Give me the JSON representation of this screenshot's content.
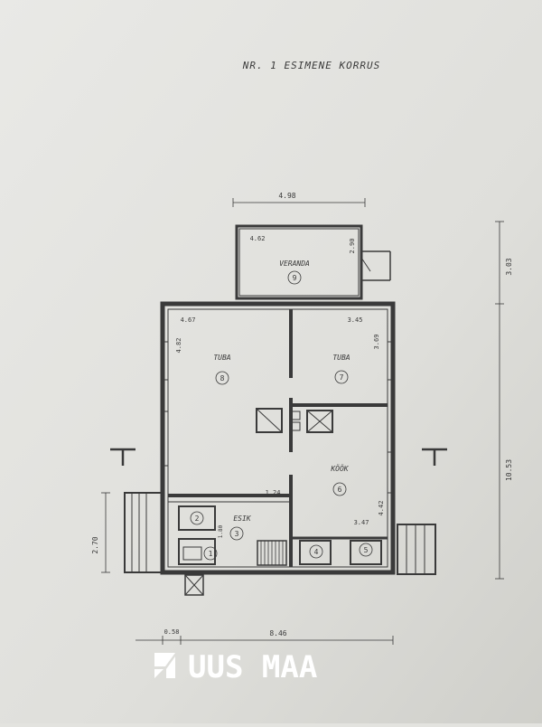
{
  "title": "NR. 1 ESIMENE KORRUS",
  "rooms": [
    {
      "name": "VERANDA",
      "number": "9"
    },
    {
      "name": "TUBA",
      "number": "8"
    },
    {
      "name": "TUBA",
      "number": "7"
    },
    {
      "name": "KÖÖK",
      "number": "6"
    },
    {
      "name": "ESIK",
      "number": "3"
    },
    {
      "number": "2"
    },
    {
      "number": "1"
    },
    {
      "number": "4"
    },
    {
      "number": "5"
    }
  ],
  "dimensions": {
    "veranda_width_total": "4.98",
    "veranda_inner_width": "4.62",
    "veranda_depth": "2.90",
    "veranda_depth_outer": "3.03",
    "room8_width": "4.67",
    "room8_depth": "4.82",
    "room7_width": "3.45",
    "room7_depth": "3.69",
    "kitchen_width": "3.47",
    "kitchen_depth": "4.42",
    "esik_width": "1.24",
    "esik_depth": "1.80",
    "entrance_depth": "2.70",
    "total_width": "8.46",
    "offset": "0.58",
    "total_depth": "10.53"
  },
  "logo": {
    "text": "UUS MAA",
    "color": "#ffffff"
  },
  "colors": {
    "paper": "#e3e3df",
    "ink": "#3a3a3a"
  }
}
